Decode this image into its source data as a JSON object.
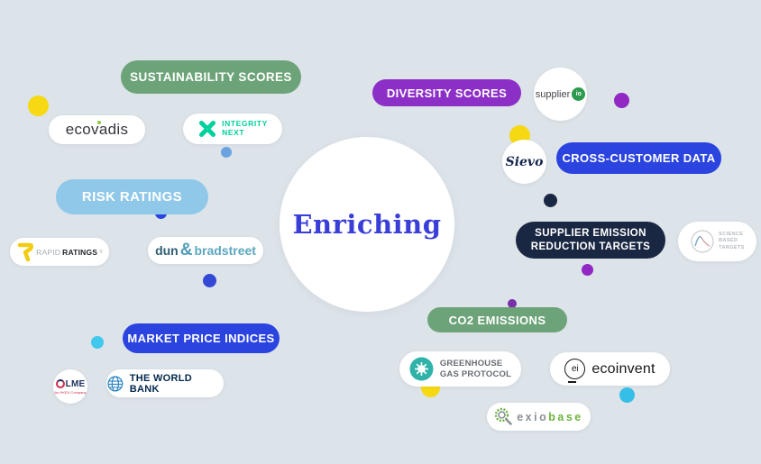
{
  "palette": {
    "background": "#dce3e9",
    "sage_green": "#6da379",
    "light_blue": "#8fc8e9",
    "royal_blue": "#2b44e0",
    "purple": "#8c2fc7",
    "navy": "#1a2742",
    "yellow": "#f6d912",
    "cyan": "#3ec6ea",
    "cornflower": "#6aa3e0",
    "enriching_blue": "#3a3ed8"
  },
  "center": {
    "label": "Enriching"
  },
  "categories": {
    "sustainability": {
      "label": "SUSTAINABILITY SCORES"
    },
    "risk": {
      "label": "RISK RATINGS"
    },
    "market": {
      "label": "MARKET PRICE INDICES"
    },
    "diversity": {
      "label": "DIVERSITY SCORES"
    },
    "cross_customer": {
      "label": "CROSS-CUSTOMER DATA"
    },
    "supplier_emission": {
      "line1": "SUPPLIER EMISSION",
      "line2": "REDUCTION TARGETS"
    },
    "co2": {
      "label": "CO2 EMISSIONS"
    }
  },
  "providers": {
    "ecovadis": {
      "name": "ecovadis"
    },
    "integrity_next": {
      "line1": "INTEGRITY",
      "line2": "NEXT"
    },
    "rapid_ratings": {
      "part1": "RAPID",
      "part2": "RATINGS",
      "mark": "®"
    },
    "dun_bradstreet": {
      "part1": "dun",
      "amp": "&",
      "part2": "bradstreet"
    },
    "lme": {
      "name": "LME",
      "subtext": "An HKEX Company"
    },
    "world_bank": {
      "name": "THE WORLD BANK"
    },
    "supplier_io": {
      "name": "supplier",
      "badge": "io"
    },
    "sievo": {
      "name": "Sievo"
    },
    "science_based_targets": {
      "line1": "SCIENCE",
      "line2": "BASED",
      "line3": "TARGETS"
    },
    "ghg_protocol": {
      "line1": "GREENHOUSE",
      "line2": "GAS PROTOCOL"
    },
    "ecoinvent": {
      "badge": "ei",
      "name": "ecoinvent"
    },
    "exiobase": {
      "part1": "exio",
      "part2": "base"
    }
  }
}
